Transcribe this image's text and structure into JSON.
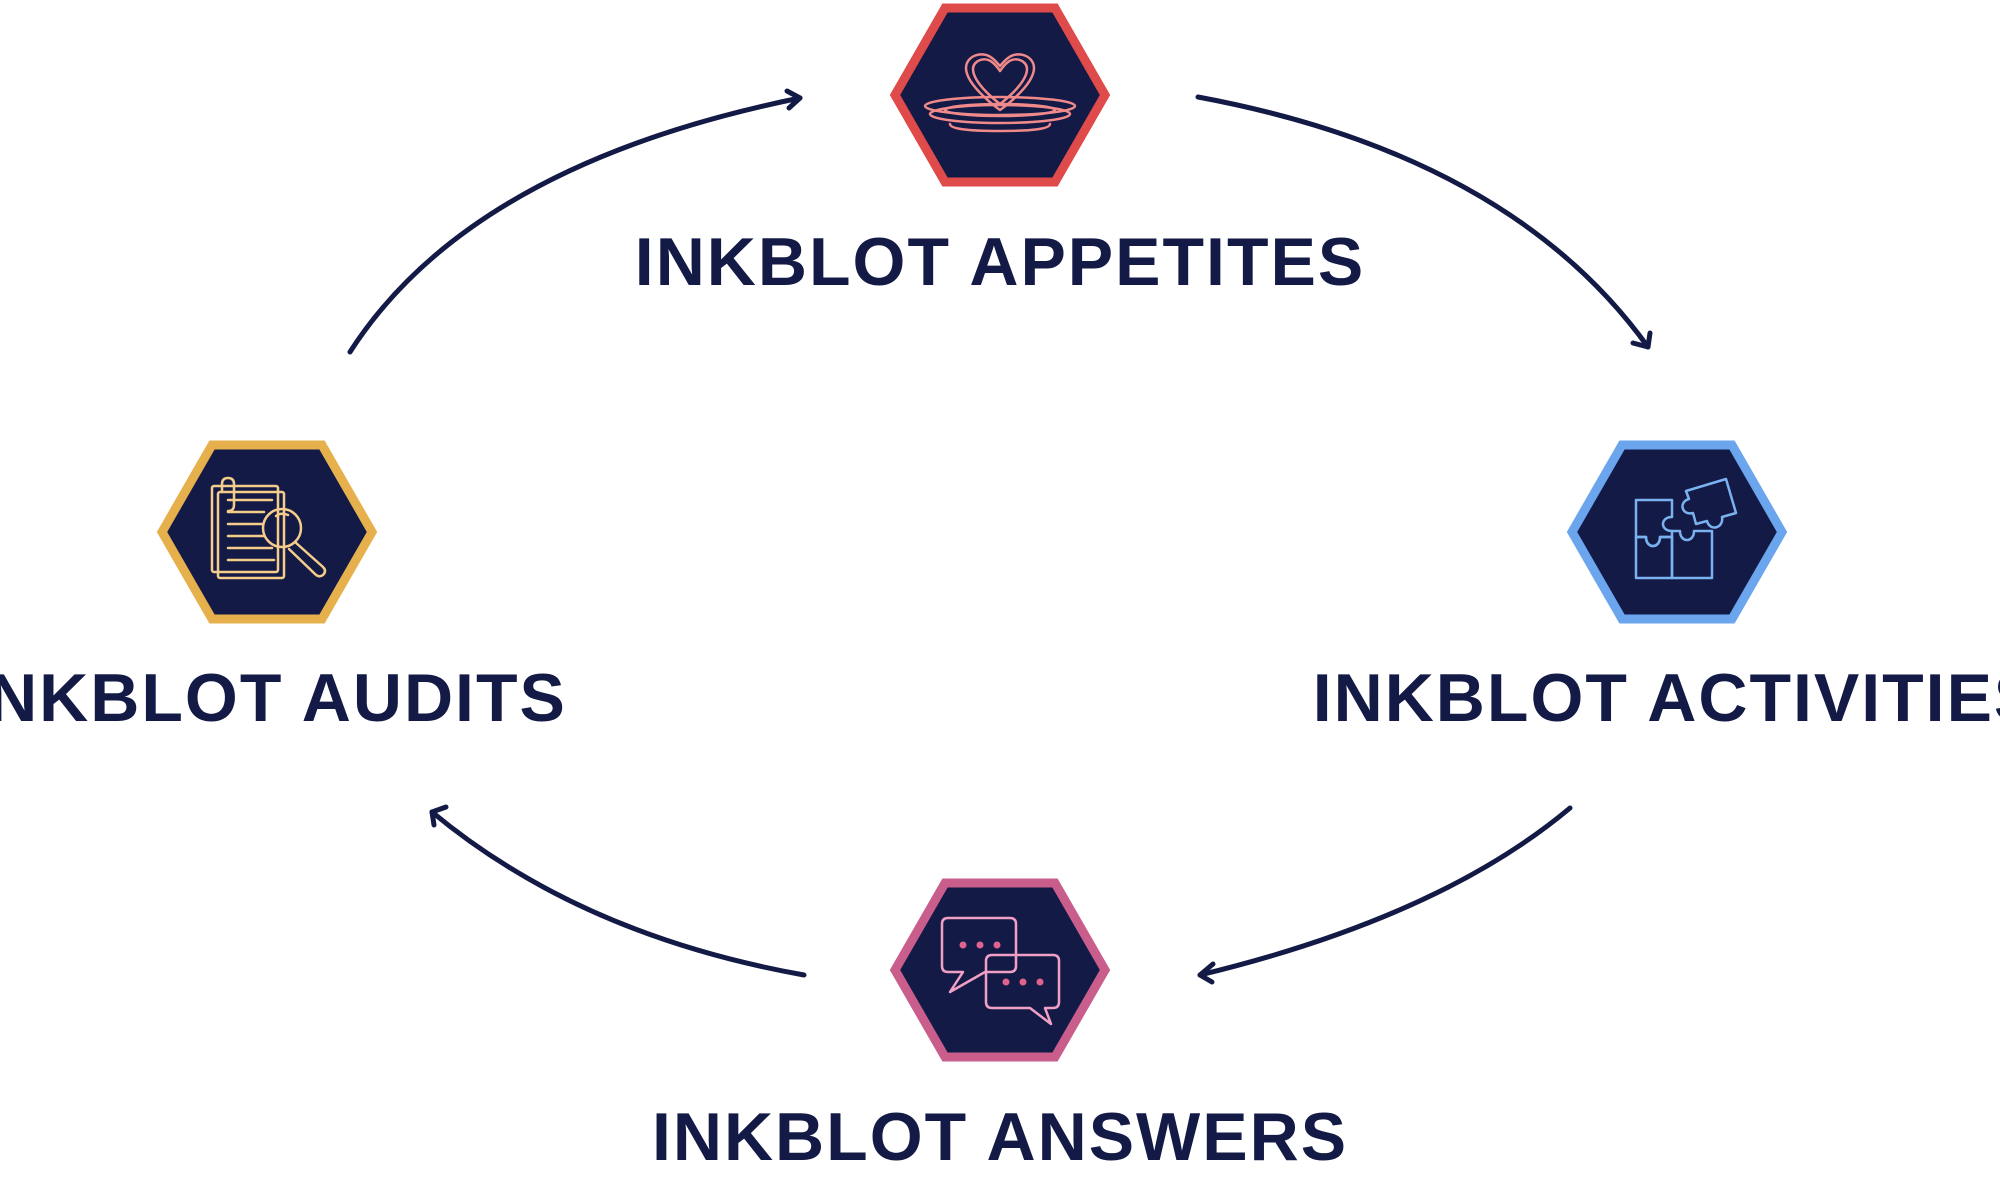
{
  "colors": {
    "navy": "#141a46",
    "arrow": "#141a46",
    "appetites_border": "#df4a4a",
    "activities_border": "#6aa5ee",
    "answers_border": "#c95e8c",
    "audits_border": "#e6b04c",
    "appetites_icon": "#f08a8a",
    "activities_icon": "#7ab1f0",
    "answers_icon": "#f0a0c4",
    "answers_icon_dots": "#e0628f",
    "audits_icon": "#f5cd8a"
  },
  "nodes": {
    "appetites": {
      "label": "INKBLOT APPETITES",
      "icon": "heart-plate-icon"
    },
    "activities": {
      "label": "INKBLOT ACTIVITIES",
      "icon": "puzzle-icon"
    },
    "answers": {
      "label": "INKBLOT ANSWERS",
      "icon": "chat-bubbles-icon"
    },
    "audits": {
      "label": "INKBLOT AUDITS",
      "icon": "document-search-icon"
    }
  }
}
